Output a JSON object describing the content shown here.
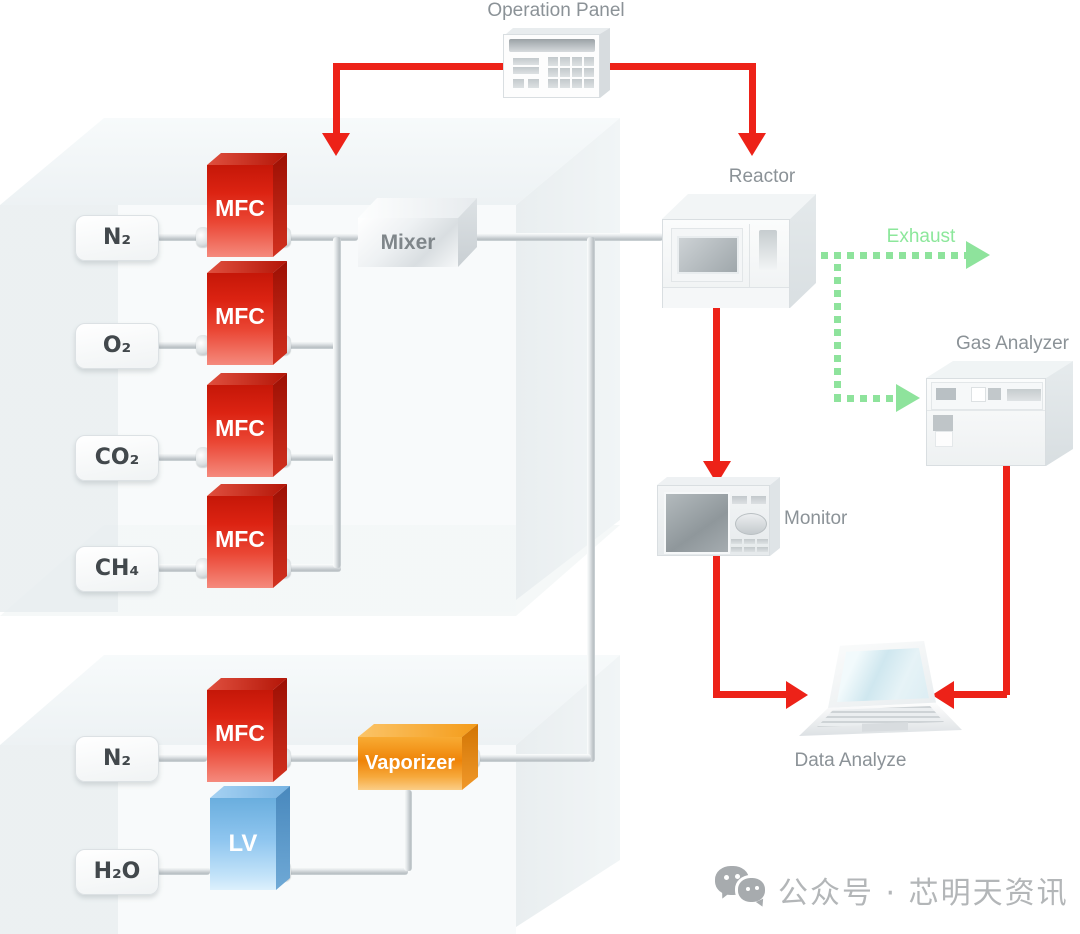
{
  "labels": {
    "operation_panel": "Operation Panel",
    "reactor": "Reactor",
    "exhaust": "Exhaust",
    "gas_analyzer": "Gas Analyzer",
    "monitor": "Monitor",
    "data_analyze": "Data Analyze",
    "mixer": "Mixer",
    "vaporizer": "Vaporizer",
    "mfc": "MFC",
    "lv": "LV"
  },
  "gases_top": [
    "N₂",
    "O₂",
    "CO₂",
    "CH₄"
  ],
  "gases_bottom": [
    "N₂",
    "H₂O"
  ],
  "watermark": {
    "text": "公众号 · 芯明天资讯",
    "icon": "wechat-icon"
  },
  "colors": {
    "flow_red": "#ed2218",
    "exhaust_green": "#8ee39c",
    "mfc_red": "#dc2312",
    "vaporizer_orange": "#ef8408",
    "lv_blue": "#8ec5ef",
    "label_gray": "#8b9297"
  }
}
